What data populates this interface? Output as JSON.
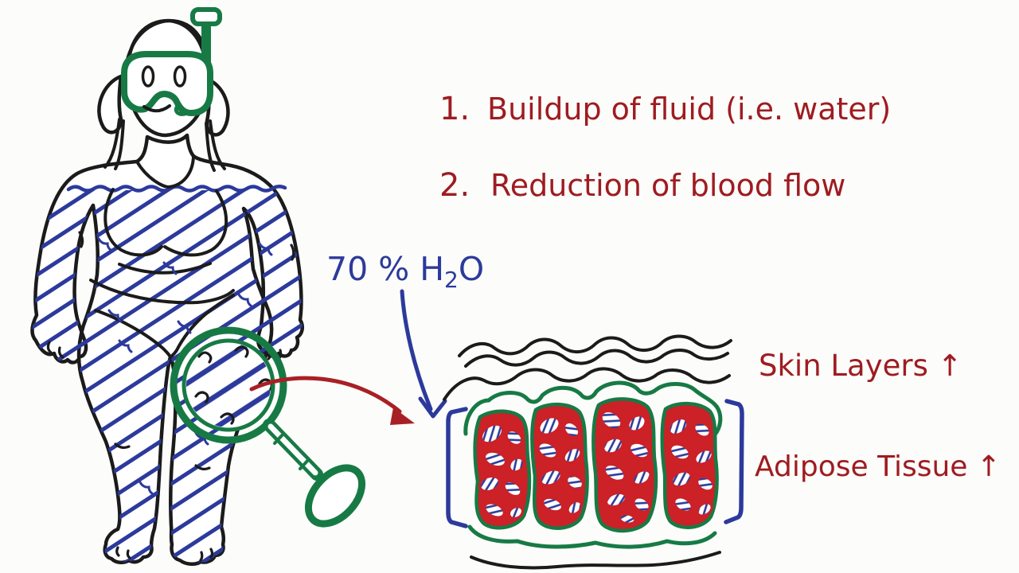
{
  "notes": {
    "item1_number": "1.",
    "item1_text": "Buildup of fluid (i.e. water)",
    "item2_number": "2.",
    "item2_text": "Reduction of blood flow"
  },
  "labels": {
    "water_formula_prefix": "70 % H",
    "water_formula_sub": "2",
    "water_formula_suffix": "O",
    "skin_layers": "Skin Layers ↑",
    "adipose_tissue": "Adipose Tissue ↑"
  },
  "colors": {
    "background": "#fcfcfa",
    "ink": "#1b1b1b",
    "handwriting_red": "#9e1c21",
    "arrow_red": "#a82025",
    "tissue_red": "#cb2127",
    "water_blue": "#2c3a9c",
    "forest_green": "#177a45"
  }
}
